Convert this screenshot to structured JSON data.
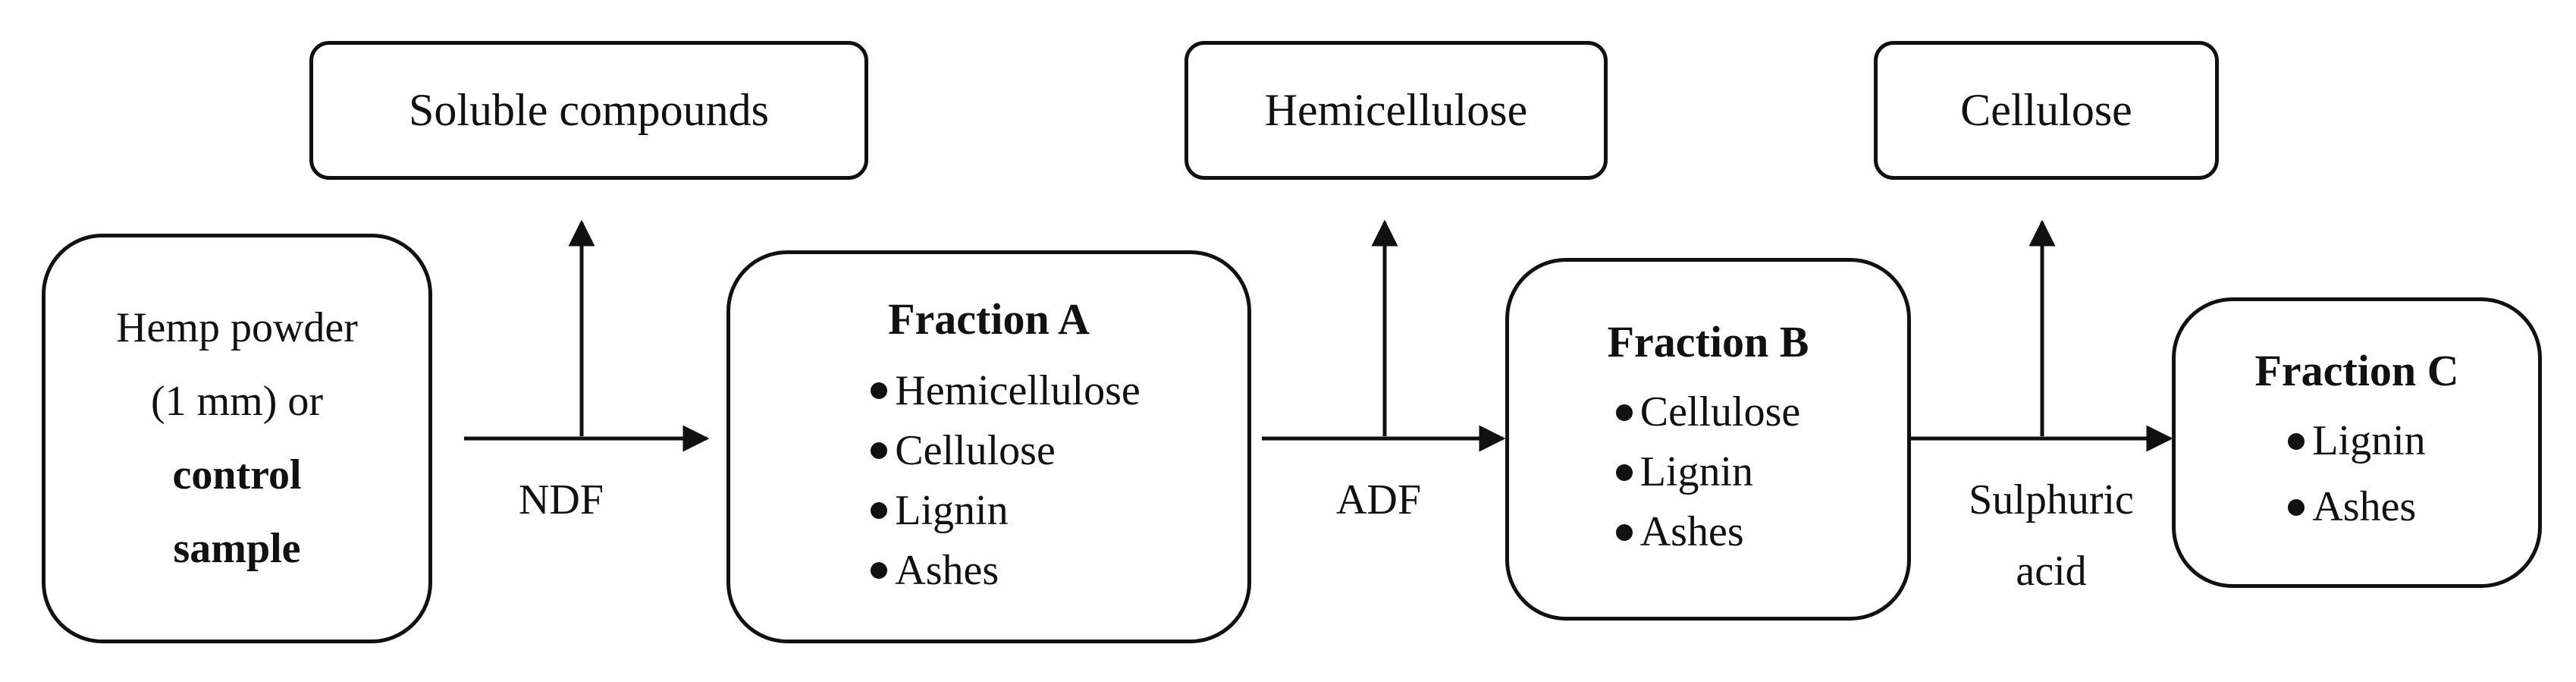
{
  "top_boxes": {
    "soluble": "Soluble compounds",
    "hemicellulose": "Hemicellulose",
    "cellulose": "Cellulose"
  },
  "start": {
    "line1": "Hemp powder",
    "line2": "(1 mm) or",
    "line3": "control",
    "line4": "sample"
  },
  "fraction_a": {
    "title": "Fraction A",
    "items": [
      "Hemicellulose",
      "Cellulose",
      "Lignin",
      "Ashes"
    ]
  },
  "fraction_b": {
    "title": "Fraction B",
    "items": [
      "Cellulose",
      "Lignin",
      "Ashes"
    ]
  },
  "fraction_c": {
    "title": "Fraction C",
    "items": [
      "Lignin",
      "Ashes"
    ]
  },
  "steps": {
    "ndf": "NDF",
    "adf": "ADF",
    "acid_line1": "Sulphuric",
    "acid_line2": "acid"
  }
}
